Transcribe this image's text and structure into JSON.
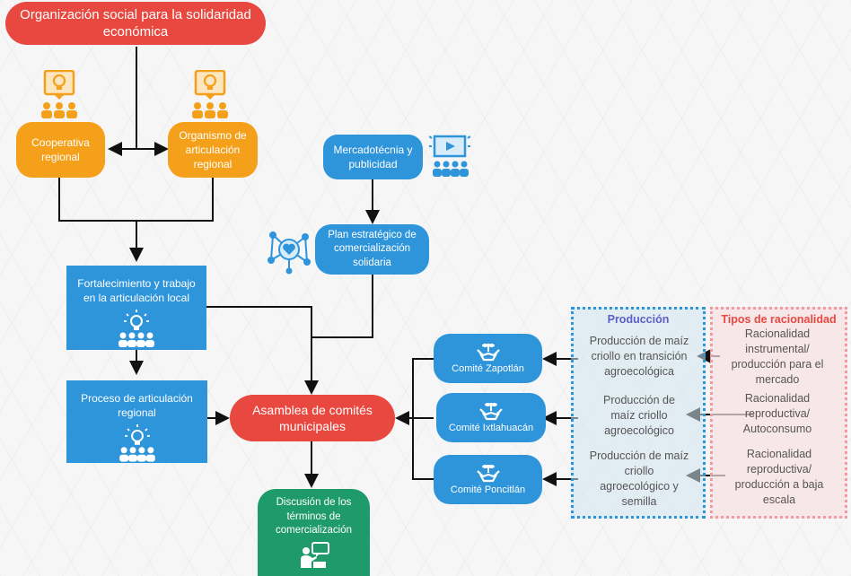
{
  "title": "Organización social para la solidaridad económica",
  "nodes": {
    "cooperativa": "Cooperativa regional",
    "organismo": "Organismo de articulación regional",
    "mercadotecnia": "Mercadotécnia y publicidad",
    "plan": "Plan estratégico de comercialización solidaria",
    "fortalecimiento": "Fortalecimiento y trabajo en la articulación local",
    "proceso": "Proceso de articulación regional",
    "asamblea": "Asamblea de comités municipales",
    "discusion": "Discusión de los términos de comercialización",
    "comite_zapotlan": "Comité Zapotlán",
    "comite_ixtlahuacan": "Comité Ixtlahuacán",
    "comite_poncitlan": "Comité Poncitlán"
  },
  "produccion": {
    "header": "Producción",
    "items": [
      "Producción de maíz criollo en transición agroecológica",
      "Producción de maíz criollo agroecológico",
      "Producción de maíz criollo agroecológico y semilla"
    ]
  },
  "racionalidad": {
    "header": "Tipos de racionalidad",
    "items": [
      "Racionalidad instrumental/ producción para el mercado",
      "Racionalidad reproductiva/ Autoconsumo",
      "Racionalidad reproductiva/ producción a baja escala"
    ]
  },
  "colors": {
    "red": "#e8483f",
    "orange": "#f5a01a",
    "blue": "#2e95db",
    "green": "#1f9a6a",
    "produccion_border": "#2e95db",
    "produccion_header": "#5b5fc7",
    "racionalidad_border": "#f29aa3",
    "racionalidad_header": "#e8483f"
  },
  "icons": [
    "idea-group-icon",
    "video-audience-icon",
    "network-heart-icon",
    "handshake-plant-icon",
    "speaker-podium-icon"
  ]
}
